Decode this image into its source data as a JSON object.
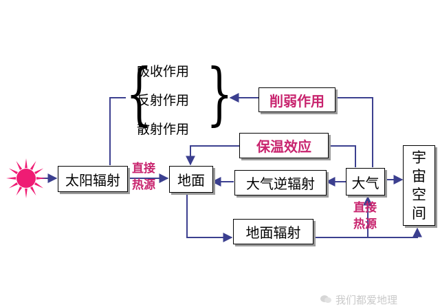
{
  "colors": {
    "line": "#3b3f8f",
    "pink": "#c8246e",
    "sun": "#ef1c74"
  },
  "icons": {
    "sun": "sun-icon",
    "watermark": "chat-bubble-icon"
  },
  "nodes": {
    "sun_radiation": "太阳辐射",
    "ground": "地面",
    "atmos_counter": "大气逆辐射",
    "atmosphere": "大气",
    "ground_radiation": "地面辐射",
    "space": [
      "宇",
      "宙",
      "空",
      "间"
    ],
    "weakening": "削弱作用",
    "warming": "保温效应"
  },
  "effects": [
    "吸收作用",
    "反射作用",
    "散射作用"
  ],
  "labels": {
    "direct_heat_1": [
      "直接",
      "热源"
    ],
    "direct_heat_2": [
      "直接",
      "热源"
    ]
  },
  "watermark": "我们都爱地理"
}
